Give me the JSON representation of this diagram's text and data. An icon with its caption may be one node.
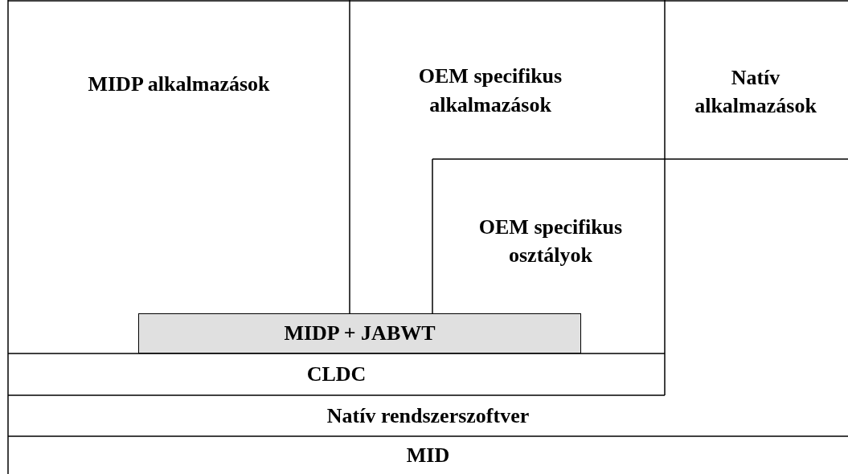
{
  "diagram": {
    "nodes": [
      {
        "text": [
          "MIDP alkalmazások"
        ]
      },
      {
        "text": [
          "OEM specifikus alkalmazások"
        ]
      },
      {
        "text": [
          "Natív alkalmazások"
        ]
      },
      {
        "text": [
          "OEM specifikus osztályok"
        ]
      },
      {
        "text": [
          "MIDP + JABWT"
        ]
      },
      {
        "text": [
          "CLDC"
        ]
      },
      {
        "text": [
          "Natív rendszerszoftver"
        ]
      },
      {
        "text": [
          "MID"
        ]
      }
    ]
  }
}
